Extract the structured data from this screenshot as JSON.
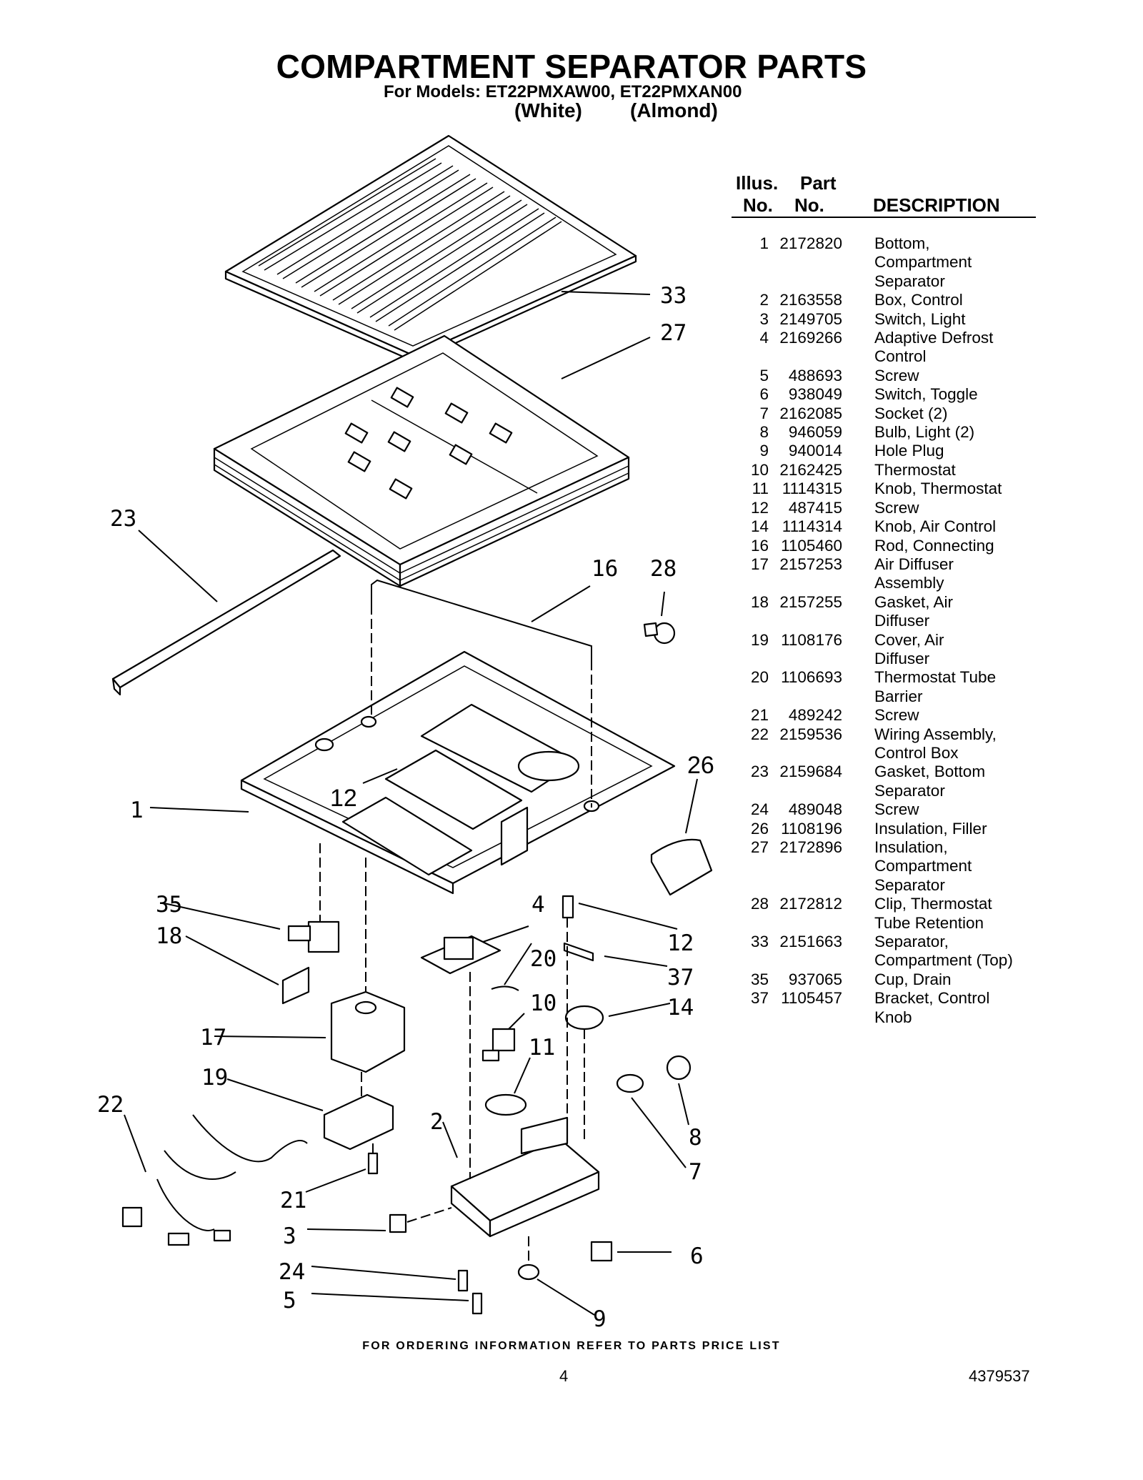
{
  "title": "COMPARTMENT SEPARATOR PARTS",
  "models_line": "For Models: ET22PMXAW00, ET22PMXAN00",
  "color_white": "(White)",
  "color_almond": "(Almond)",
  "table": {
    "header_illus_1": "Illus.",
    "header_illus_2": "No.",
    "header_part_1": "Part",
    "header_part_2": "No.",
    "header_desc": "DESCRIPTION",
    "rows": [
      {
        "illus": "1",
        "part": "2172820",
        "desc": "Bottom,\nCompartment\nSeparator"
      },
      {
        "illus": "2",
        "part": "2163558",
        "desc": "Box, Control"
      },
      {
        "illus": "3",
        "part": "2149705",
        "desc": "Switch, Light"
      },
      {
        "illus": "4",
        "part": "2169266",
        "desc": "Adaptive Defrost\nControl"
      },
      {
        "illus": "5",
        "part": "488693",
        "desc": "Screw"
      },
      {
        "illus": "6",
        "part": "938049",
        "desc": "Switch, Toggle"
      },
      {
        "illus": "7",
        "part": "2162085",
        "desc": "Socket (2)"
      },
      {
        "illus": "8",
        "part": "946059",
        "desc": "Bulb, Light (2)"
      },
      {
        "illus": "9",
        "part": "940014",
        "desc": "Hole Plug"
      },
      {
        "illus": "10",
        "part": "2162425",
        "desc": "Thermostat"
      },
      {
        "illus": "11",
        "part": "1114315",
        "desc": "Knob, Thermostat"
      },
      {
        "illus": "12",
        "part": "487415",
        "desc": "Screw"
      },
      {
        "illus": "14",
        "part": "1114314",
        "desc": "Knob, Air Control"
      },
      {
        "illus": "16",
        "part": "1105460",
        "desc": "Rod, Connecting"
      },
      {
        "illus": "17",
        "part": "2157253",
        "desc": "Air Diffuser\nAssembly"
      },
      {
        "illus": "18",
        "part": "2157255",
        "desc": "Gasket, Air\nDiffuser"
      },
      {
        "illus": "19",
        "part": "1108176",
        "desc": "Cover, Air\nDiffuser"
      },
      {
        "illus": "20",
        "part": "1106693",
        "desc": "Thermostat Tube\nBarrier"
      },
      {
        "illus": "21",
        "part": "489242",
        "desc": "Screw"
      },
      {
        "illus": "22",
        "part": "2159536",
        "desc": "Wiring Assembly,\nControl Box"
      },
      {
        "illus": "23",
        "part": "2159684",
        "desc": "Gasket, Bottom\nSeparator"
      },
      {
        "illus": "24",
        "part": "489048",
        "desc": "Screw"
      },
      {
        "illus": "26",
        "part": "1108196",
        "desc": "Insulation, Filler"
      },
      {
        "illus": "27",
        "part": "2172896",
        "desc": "Insulation,\nCompartment\nSeparator"
      },
      {
        "illus": "28",
        "part": "2172812",
        "desc": "Clip, Thermostat\nTube Retention"
      },
      {
        "illus": "33",
        "part": "2151663",
        "desc": "Separator,\nCompartment (Top)"
      },
      {
        "illus": "35",
        "part": "937065",
        "desc": "Cup, Drain"
      },
      {
        "illus": "37",
        "part": "1105457",
        "desc": "Bracket, Control\nKnob"
      }
    ]
  },
  "callouts": {
    "c1": "1",
    "c2": "2",
    "c3": "3",
    "c4": "4",
    "c5": "5",
    "c6": "6",
    "c7": "7",
    "c8": "8",
    "c9": "9",
    "c10": "10",
    "c11": "11",
    "c12a": "12",
    "c12b": "12",
    "c14": "14",
    "c16": "16",
    "c17": "17",
    "c18": "18",
    "c19": "19",
    "c20": "20",
    "c21": "21",
    "c22": "22",
    "c23": "23",
    "c24": "24",
    "c26": "26",
    "c27": "27",
    "c28": "28",
    "c33": "33",
    "c35": "35",
    "c37": "37"
  },
  "footer": "FOR ORDERING INFORMATION REFER TO PARTS PRICE LIST",
  "page_number": "4",
  "document_number": "4379537"
}
